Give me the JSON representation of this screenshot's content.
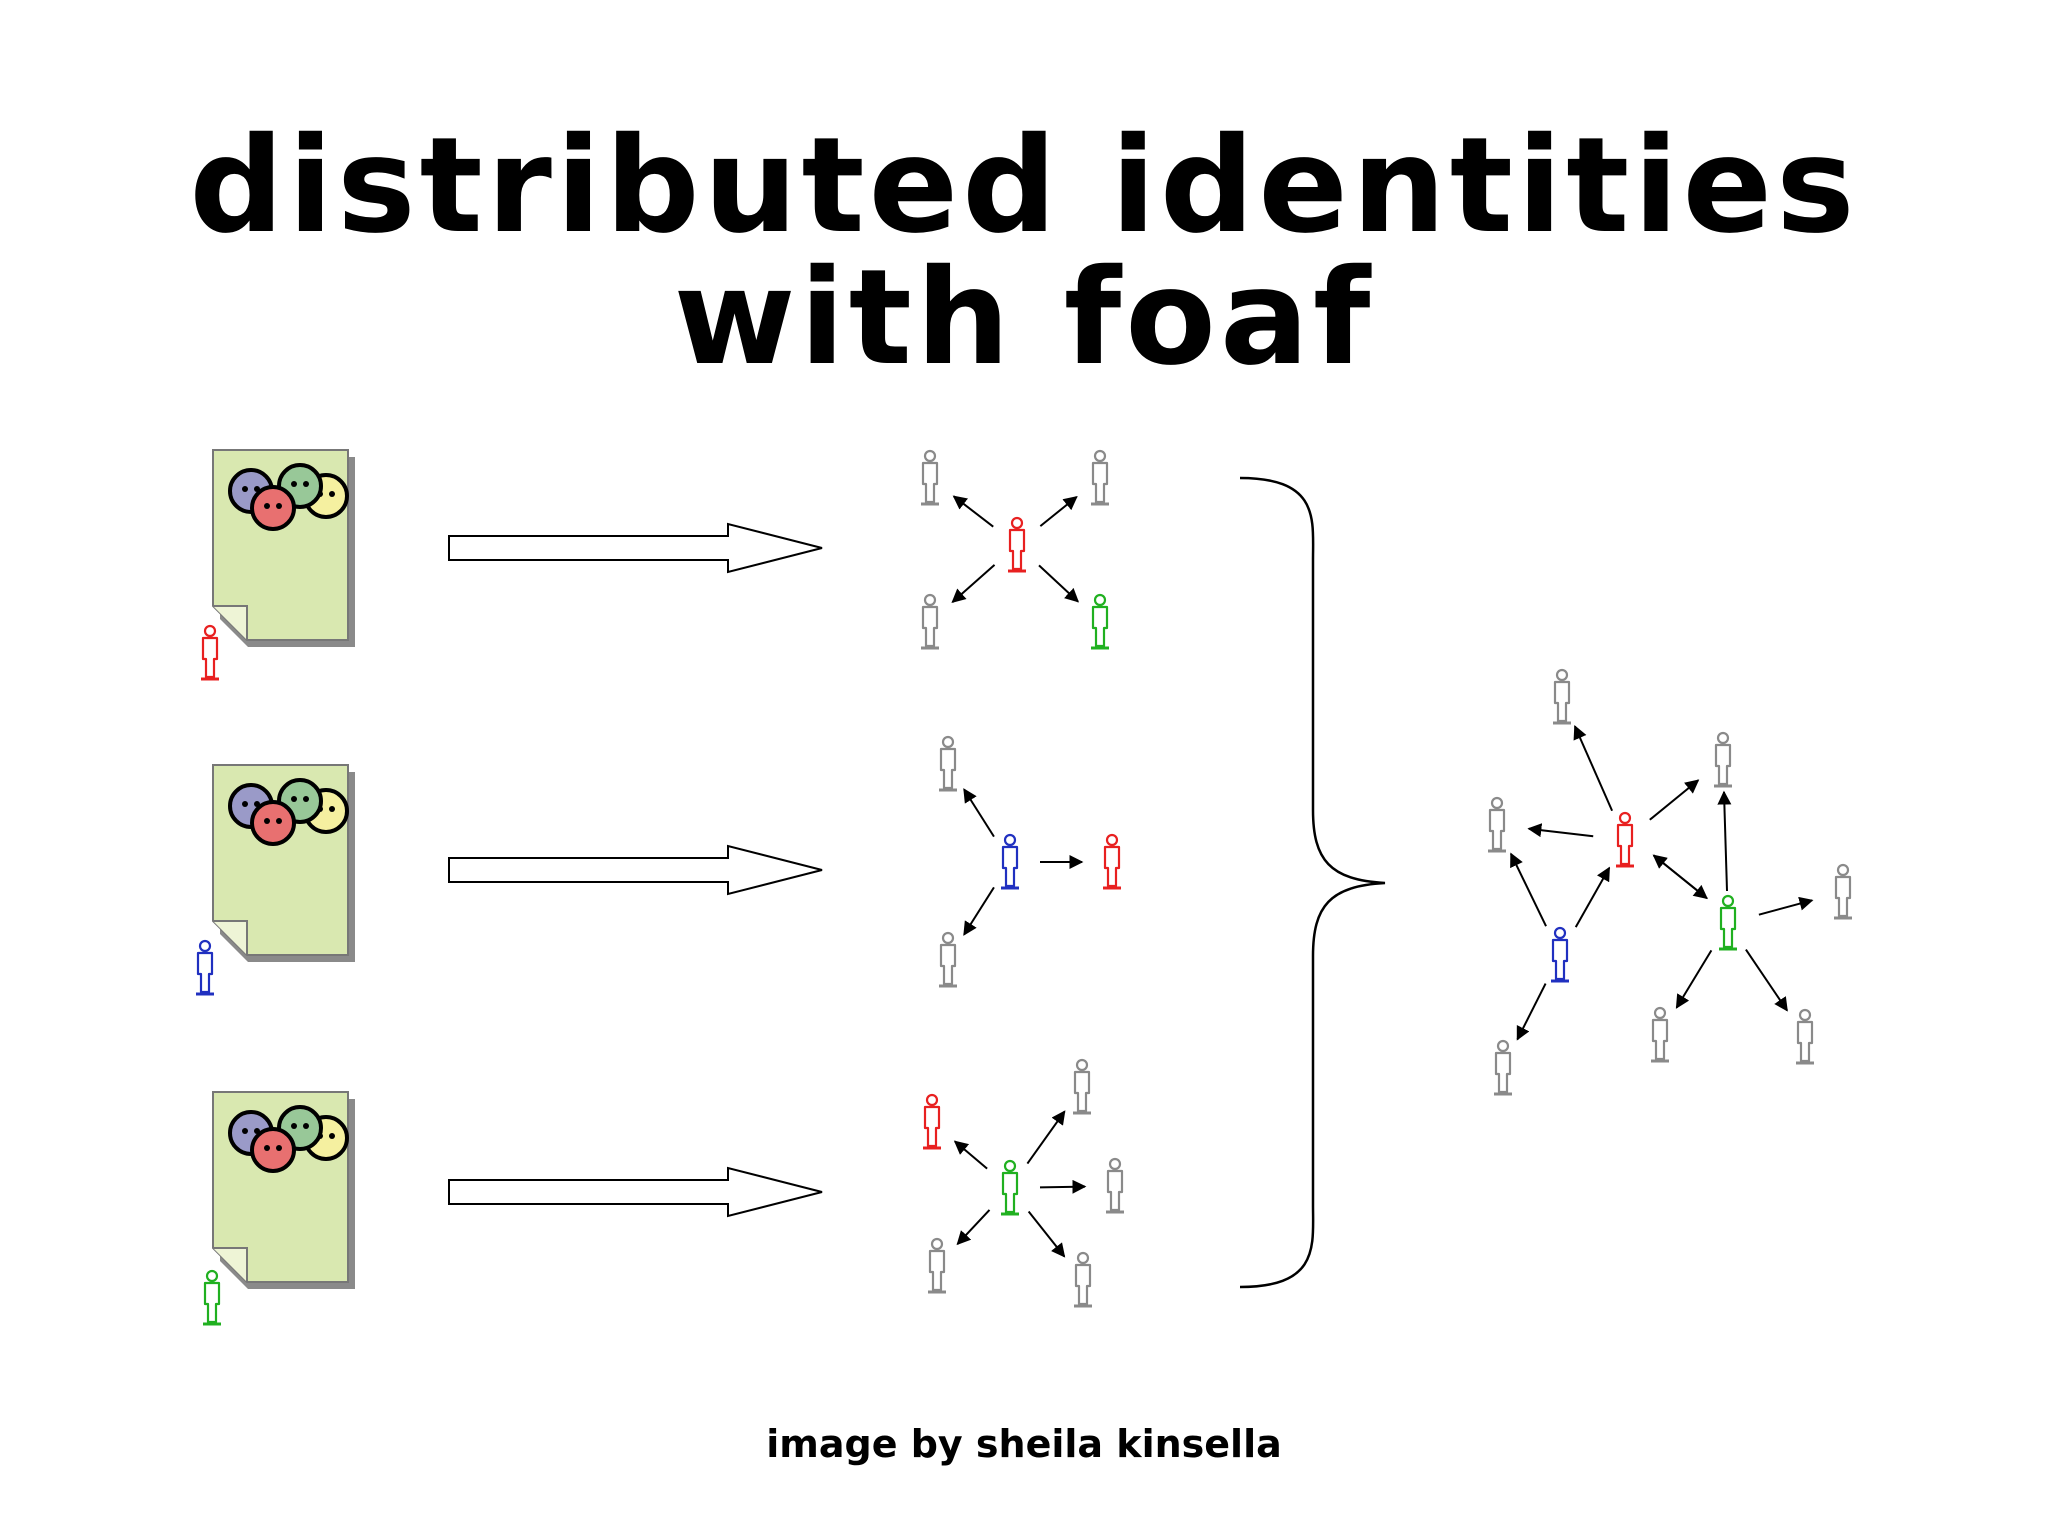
{
  "slide": {
    "title": "distributed identities with foaf",
    "credit": "image by sheila kinsella"
  },
  "colors": {
    "document_fill": "#d9e8b0",
    "document_shadow": "#8a8a8a",
    "face_colors": [
      "#9a9ac8",
      "#e87070",
      "#98c898",
      "#f5f0a0"
    ],
    "person_red": "#e82020",
    "person_blue": "#2030c0",
    "person_green": "#20b020",
    "person_gray": "#8a8a8a"
  },
  "rows": [
    {
      "doc_owner": "red",
      "hub": "red",
      "spokes": [
        {
          "color": "gray",
          "dir": "out"
        },
        {
          "color": "gray",
          "dir": "out"
        },
        {
          "color": "gray",
          "dir": "out"
        },
        {
          "color": "green",
          "dir": "out"
        }
      ]
    },
    {
      "doc_owner": "blue",
      "hub": "blue",
      "spokes": [
        {
          "color": "gray",
          "dir": "out"
        },
        {
          "color": "red",
          "dir": "out"
        },
        {
          "color": "gray",
          "dir": "out"
        }
      ]
    },
    {
      "doc_owner": "green",
      "hub": "green",
      "spokes": [
        {
          "color": "red",
          "dir": "out"
        },
        {
          "color": "gray",
          "dir": "out"
        },
        {
          "color": "gray",
          "dir": "out"
        },
        {
          "color": "gray",
          "dir": "out"
        },
        {
          "color": "gray",
          "dir": "out"
        }
      ]
    }
  ],
  "merged_graph": {
    "nodes": [
      {
        "id": "r",
        "color": "red"
      },
      {
        "id": "b",
        "color": "blue"
      },
      {
        "id": "g",
        "color": "green"
      },
      {
        "id": "n1",
        "color": "gray"
      },
      {
        "id": "n2",
        "color": "gray"
      },
      {
        "id": "n3",
        "color": "gray"
      },
      {
        "id": "n4",
        "color": "gray"
      },
      {
        "id": "n5",
        "color": "gray"
      },
      {
        "id": "n6",
        "color": "gray"
      },
      {
        "id": "n7",
        "color": "gray"
      }
    ],
    "edges": [
      [
        "r",
        "n1"
      ],
      [
        "r",
        "n2"
      ],
      [
        "r",
        "n3"
      ],
      [
        "r",
        "g"
      ],
      [
        "g",
        "r"
      ],
      [
        "b",
        "r"
      ],
      [
        "b",
        "n3"
      ],
      [
        "b",
        "n4"
      ],
      [
        "g",
        "n2"
      ],
      [
        "g",
        "n5"
      ],
      [
        "g",
        "n6"
      ],
      [
        "g",
        "n7"
      ]
    ]
  }
}
